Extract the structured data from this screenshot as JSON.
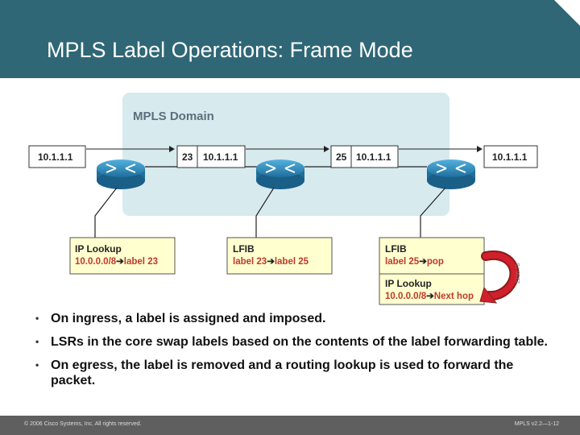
{
  "slide": {
    "title": "MPLS Label Operations: Frame Mode"
  },
  "diagram": {
    "domain_label": "MPLS Domain",
    "packets": [
      {
        "label": "",
        "address": "10.1.1.1"
      },
      {
        "label": "23",
        "address": "10.1.1.1"
      },
      {
        "label": "25",
        "address": "10.1.1.1"
      },
      {
        "label": "",
        "address": "10.1.1.1"
      }
    ],
    "routers": [
      "router-ingress",
      "router-core",
      "router-egress"
    ],
    "tables": {
      "ingress": {
        "title": "IP Lookup",
        "entry_prefix": "10.0.0.0/8",
        "entry_arrow": "➔",
        "entry_result": "label 23"
      },
      "core": {
        "title": "LFIB",
        "entry_prefix": "label 23",
        "entry_arrow": "➔",
        "entry_result": "label 25"
      },
      "egress_lfib": {
        "title": "LFIB",
        "entry_prefix": "label 25",
        "entry_arrow": "➔",
        "entry_result": "pop"
      },
      "egress_ip": {
        "title": "IP Lookup",
        "entry_prefix": "10.0.0.0/8",
        "entry_arrow": "➔",
        "entry_result": "Next hop"
      }
    },
    "side_id": "2226 78",
    "colors": {
      "domain_fill": "#d7eaee",
      "router": "#2e8fc3",
      "table_fill": "#ffffd0",
      "label_text": "#c0392b",
      "loop_arrow": "#d0202b"
    }
  },
  "bullets": [
    "On ingress, a label is assigned and imposed.",
    "LSRs in the core swap labels based on the contents of the label forwarding table.",
    "On egress, the label is removed and a routing lookup is used to forward the packet."
  ],
  "footer": {
    "copyright": "© 2006 Cisco Systems, Inc. All rights reserved.",
    "course": "MPLS v2.2—1-12"
  }
}
